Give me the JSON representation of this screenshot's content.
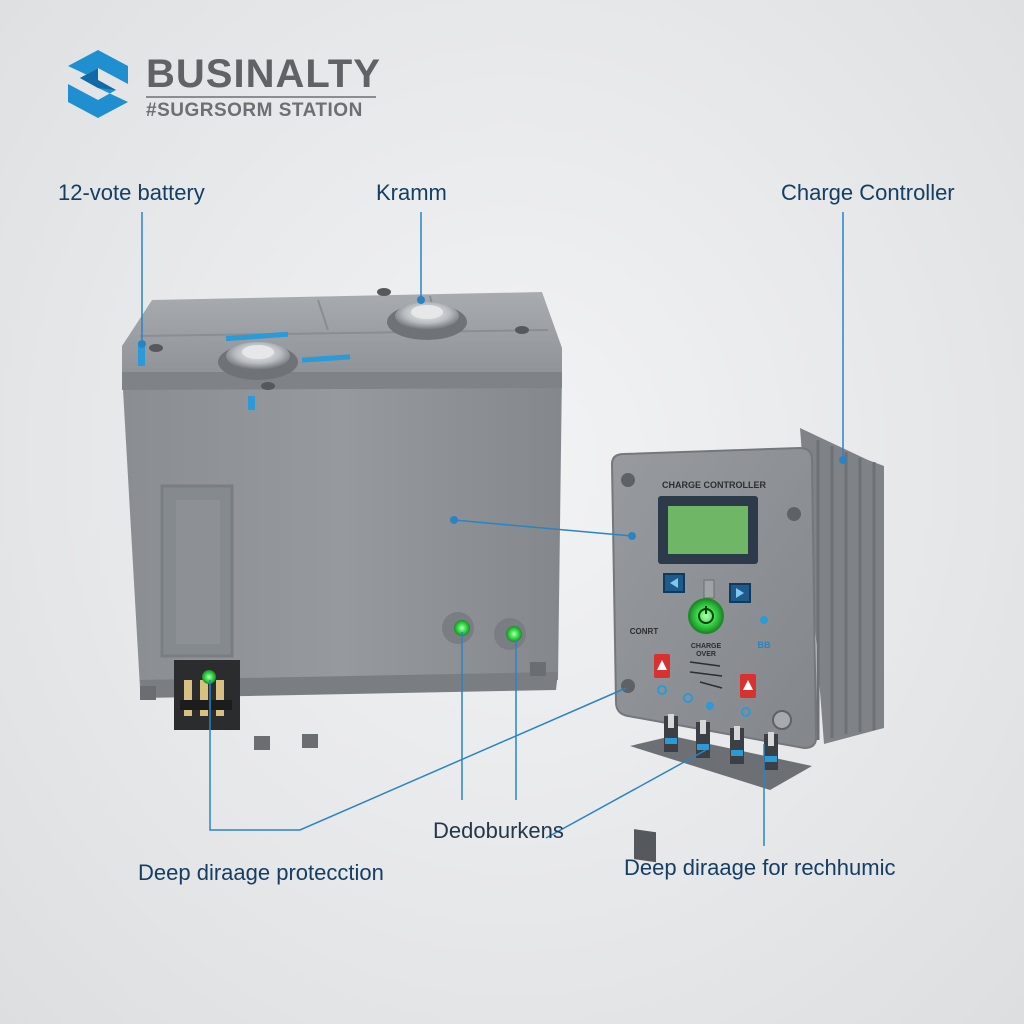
{
  "brand": {
    "name": "BUSINALTY",
    "subtitle": "#SUGRSORM STATION",
    "logo_color": "#1f8fd0",
    "logo_dark": "#0f6aa8"
  },
  "callouts": {
    "battery": "12-vote battery",
    "terminal": "Kramm",
    "controller": "Charge Controller",
    "buttons": "Dedobu⁠rkens",
    "protection": "Deep diraage protecction",
    "deep_discharge": "Deep diraage for rechhumic"
  },
  "controller_panel": {
    "header": "CHARGE CONTROLLER",
    "left_label": "CONRT",
    "center_label_1": "CHARGE",
    "center_label_2": "OVER",
    "right_label": "BB"
  },
  "colors": {
    "leader": "#2a84c4",
    "callout_text": "#143f63",
    "battery_body": "#8c9093",
    "battery_top": "#9a9ea2",
    "controller_body": "#8e9296",
    "lcd": "#6fb766",
    "indicator_green": "#39e04a",
    "warning_red": "#d93030"
  }
}
